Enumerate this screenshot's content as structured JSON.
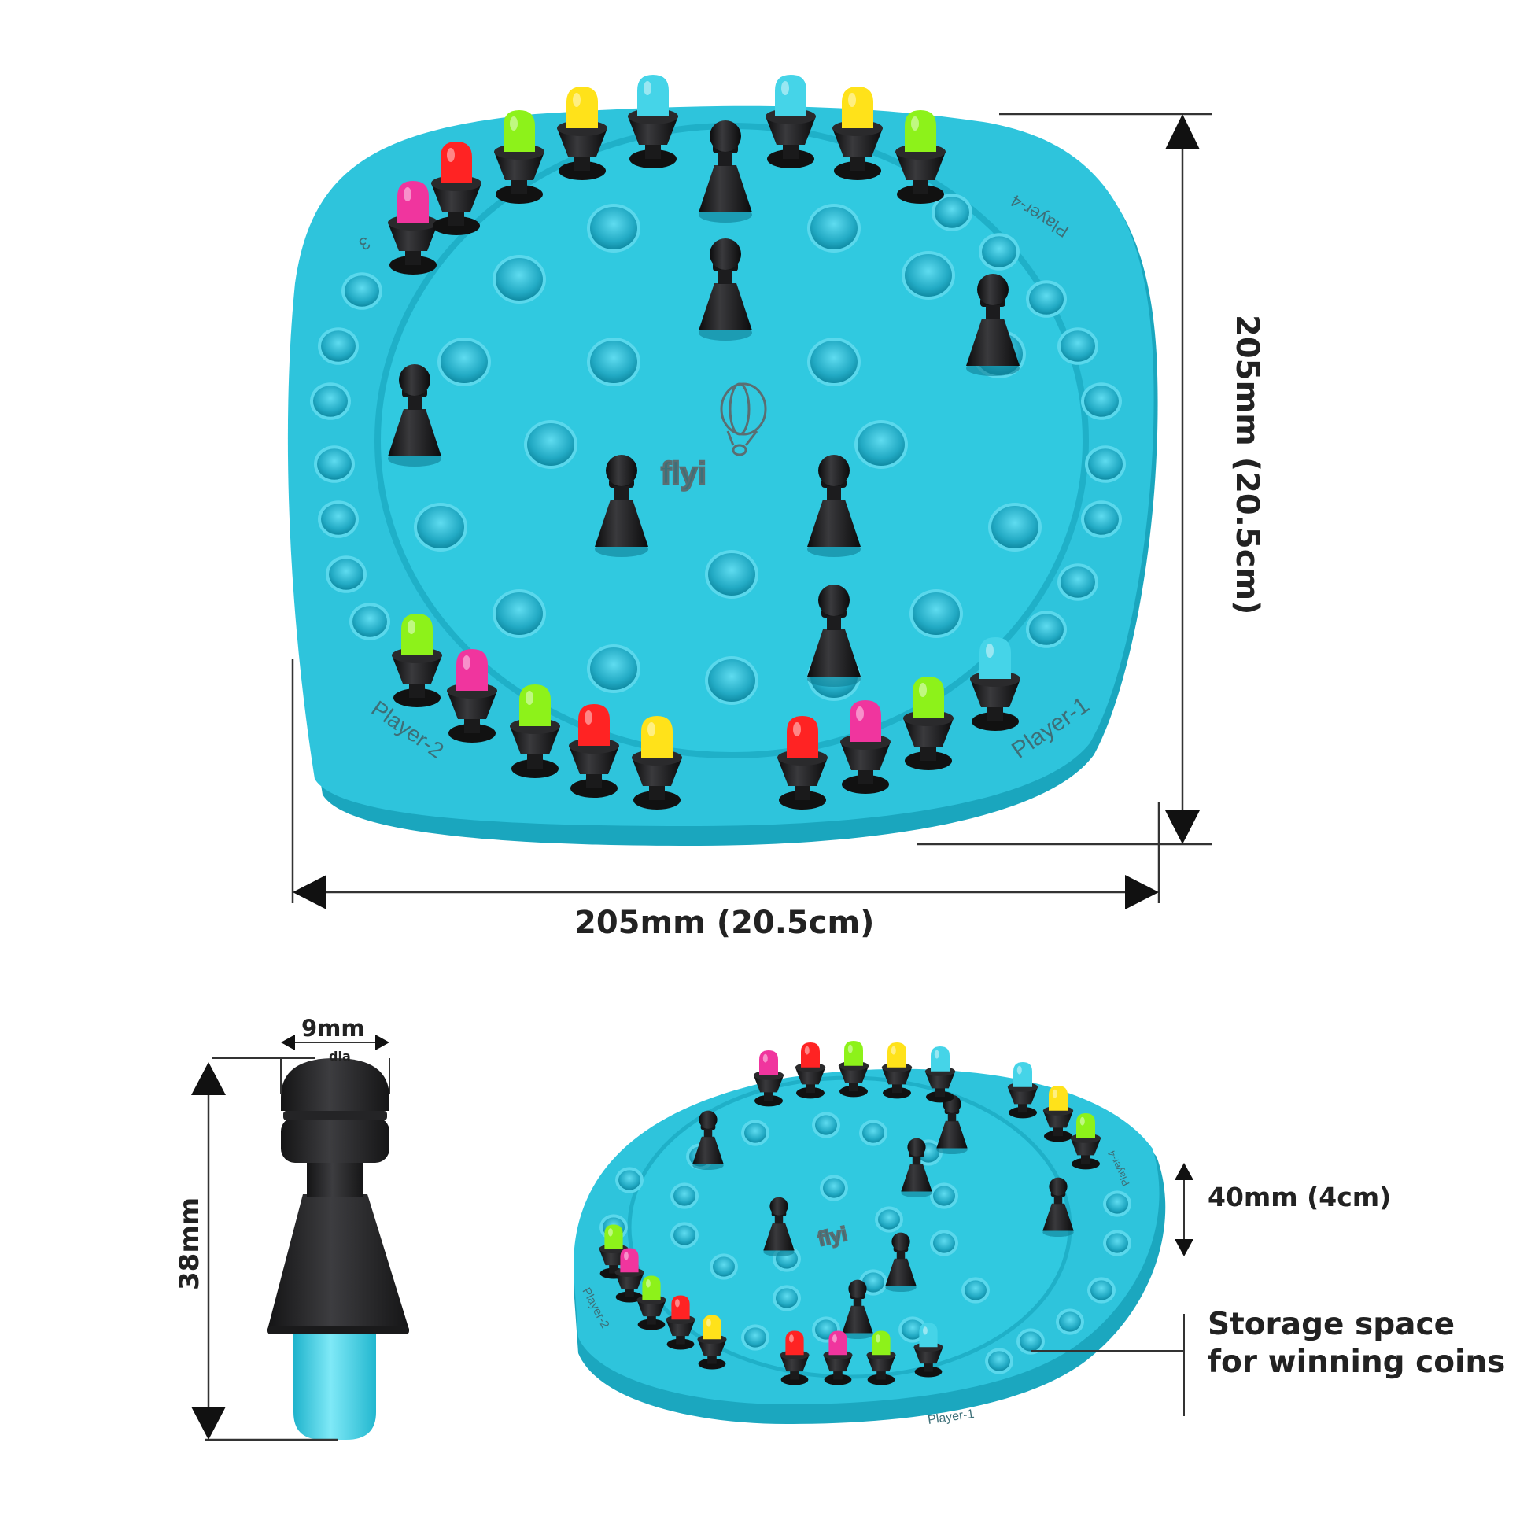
{
  "top_view": {
    "width_label": "205mm (20.5cm)",
    "height_label": "205mm (20.5cm)",
    "player_labels": {
      "player1": "Player-1",
      "player2": "Player-2",
      "player3": "3",
      "player4": "Player-4"
    },
    "logo_text": "flyi",
    "colors": {
      "board": "#2ec4dc",
      "board_shadow": "#1aa6be",
      "hole": "#1fa9c2",
      "black_piece": "#1c1c1e"
    },
    "top_row_pieces": [
      "#f0359e",
      "#ff2323",
      "#8df21a",
      "#ffe21a",
      "#45d4e8",
      "#45d4e8",
      "#ffe21a",
      "#8df21a"
    ],
    "bottom_row_pieces": [
      "#8df21a",
      "#f0359e",
      "#8df21a",
      "#ff2323",
      "#ffe21a",
      "#ff2323",
      "#f0359e",
      "#8df21a",
      "#45d4e8"
    ]
  },
  "piece_view": {
    "width_label": "9mm",
    "width_sublabel": "dia",
    "height_label": "38mm",
    "tip_color": "#3fd3ea"
  },
  "side_view": {
    "height_label": "40mm (4cm)",
    "storage_label": "Storage space for winning coins",
    "player_labels": {
      "player1": "Player-1",
      "player2": "Player-2",
      "player4": "Player-4"
    },
    "logo_text": "flyi",
    "back_row_pieces": [
      "#f0359e",
      "#ff2323",
      "#8df21a",
      "#ffe21a",
      "#45d4e8",
      "#45d4e8",
      "#ffe21a",
      "#8df21a"
    ],
    "front_row_pieces": [
      "#8df21a",
      "#f0359e",
      "#8df21a",
      "#ff2323",
      "#ffe21a",
      "#ff2323",
      "#f0359e",
      "#8df21a",
      "#45d4e8"
    ]
  }
}
